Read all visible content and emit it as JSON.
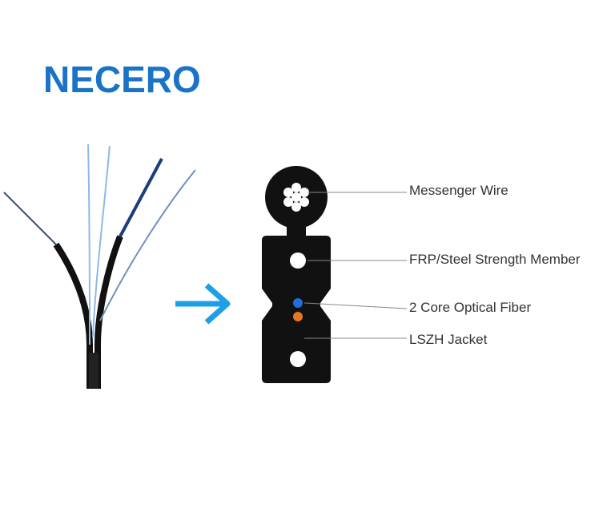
{
  "brand": {
    "name": "NECERO",
    "color": "#1a73c6"
  },
  "diagram": {
    "arrow_color": "#1fa0e6",
    "cable_color": "#111111",
    "fiber_colors": {
      "blue": "#1f6fd6",
      "orange": "#e87722"
    },
    "labels": {
      "messenger_wire": "Messenger Wire",
      "strength_member": "FRP/Steel Strength Member",
      "optical_fiber": "2 Core Optical Fiber",
      "jacket": "LSZH Jacket"
    }
  }
}
